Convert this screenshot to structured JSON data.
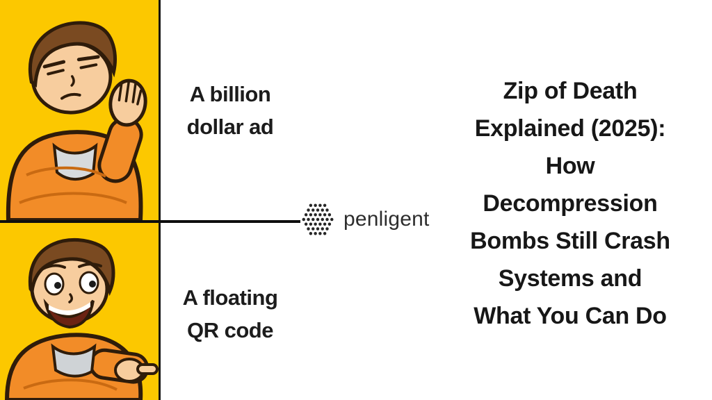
{
  "meme": {
    "top_panel": {
      "label_lines": [
        "A billion",
        "dollar ad"
      ],
      "illustration": "man-rejecting-hand-up"
    },
    "bottom_panel": {
      "label_lines": [
        "A floating",
        "QR code"
      ],
      "illustration": "man-approving-pointing"
    }
  },
  "logo": {
    "text": "penligent"
  },
  "headline": {
    "lines": [
      "Zip of Death",
      "Explained (2025):",
      "How",
      "Decompression",
      "Bombs Still Crash",
      "Systems and",
      "What You Can Do"
    ]
  },
  "colors": {
    "panel_yellow": "#FCC800",
    "jacket_orange": "#F28C28",
    "text_black": "#171717"
  }
}
